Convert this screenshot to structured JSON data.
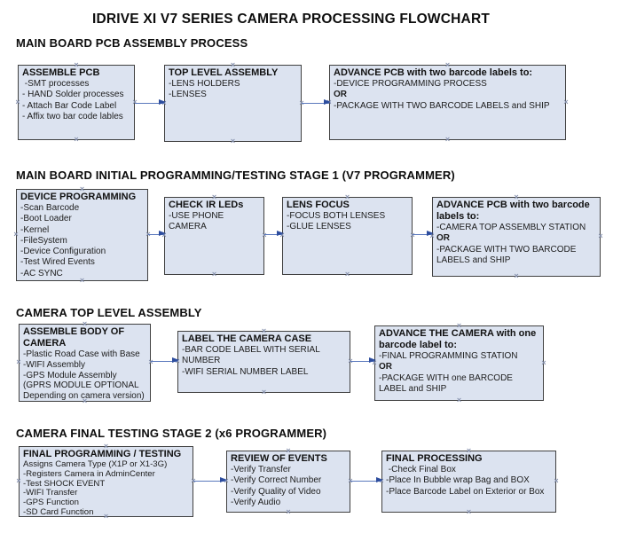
{
  "title": "IDRIVE XI V7 SERIES CAMERA PROCESSING FLOWCHART",
  "colors": {
    "box_fill": "#dce3f0",
    "box_border": "#404040",
    "arrow": "#2d4d9e",
    "handle": "#8691ad"
  },
  "sections": [
    {
      "heading": "MAIN BOARD PCB ASSEMBLY PROCESS",
      "boxes": [
        {
          "title": "ASSEMBLE PCB",
          "lines": [
            " -SMT processes",
            "- HAND Solder processes",
            "- Attach Bar Code Label",
            "- Affix two bar code lables"
          ]
        },
        {
          "title": "TOP LEVEL ASSEMBLY",
          "lines": [
            "-LENS HOLDERS",
            "-LENSES"
          ]
        },
        {
          "title": "ADVANCE PCB with two barcode labels to:",
          "lines": [
            "-DEVICE PROGRAMMING PROCESS",
            {
              "text": "OR",
              "bold": true
            },
            "-PACKAGE WITH TWO BARCODE LABELS and SHIP"
          ]
        }
      ]
    },
    {
      "heading": "MAIN BOARD INITIAL PROGRAMMING/TESTING STAGE 1 (V7 PROGRAMMER)",
      "boxes": [
        {
          "title": "DEVICE PROGRAMMING",
          "lines": [
            "-Scan Barcode",
            "-Boot Loader",
            "-Kernel",
            "-FileSystem",
            "-Device Configuration",
            "-Test Wired Events",
            "-AC SYNC"
          ]
        },
        {
          "title": "CHECK IR LEDs",
          "lines": [
            "-USE PHONE CAMERA"
          ]
        },
        {
          "title": "LENS FOCUS",
          "lines": [
            "-FOCUS BOTH LENSES",
            "-GLUE LENSES"
          ]
        },
        {
          "title": "ADVANCE PCB with two barcode labels to:",
          "lines": [
            "-CAMERA TOP ASSEMBLY STATION",
            {
              "text": "OR",
              "bold": true
            },
            "-PACKAGE WITH TWO BARCODE LABELS and SHIP"
          ]
        }
      ]
    },
    {
      "heading": "CAMERA TOP LEVEL ASSEMBLY",
      "boxes": [
        {
          "title": "ASSEMBLE BODY OF CAMERA",
          "lines": [
            "-Plastic Road Case with Base",
            "-WIFI Assembly",
            "-GPS Module Assembly",
            "(GPRS MODULE OPTIONAL",
            "Depending on camera version)"
          ]
        },
        {
          "title": "LABEL THE CAMERA CASE",
          "lines": [
            "-BAR CODE LABEL WITH SERIAL NUMBER",
            "-WIFI SERIAL NUMBER LABEL"
          ]
        },
        {
          "title": "ADVANCE THE CAMERA with one barcode label to:",
          "lines": [
            "-FINAL PROGRAMMING STATION",
            {
              "text": "OR",
              "bold": true
            },
            "-PACKAGE WITH one BARCODE LABEL and SHIP"
          ]
        }
      ]
    },
    {
      "heading": "CAMERA FINAL TESTING STAGE 2 (x6 PROGRAMMER)",
      "boxes": [
        {
          "title": "FINAL PROGRAMMING / TESTING",
          "lines": [
            "Assigns Camera Type (X1P or X1-3G)",
            "-Registers Camera in AdminCenter",
            "-Test SHOCK EVENT",
            "-WIFI Transfer",
            "-GPS Function",
            "-SD Card Function"
          ]
        },
        {
          "title": "REVIEW OF EVENTS",
          "lines": [
            "-Verify Transfer",
            "-Verify Correct Number",
            "-Verify Quality of Video",
            "-Verify Audio"
          ]
        },
        {
          "title": "FINAL PROCESSING",
          "lines": [
            " -Check Final Box",
            "-Place In Bubble wrap Bag and BOX",
            "-Place Barcode Label on Exterior or Box"
          ]
        }
      ]
    }
  ]
}
